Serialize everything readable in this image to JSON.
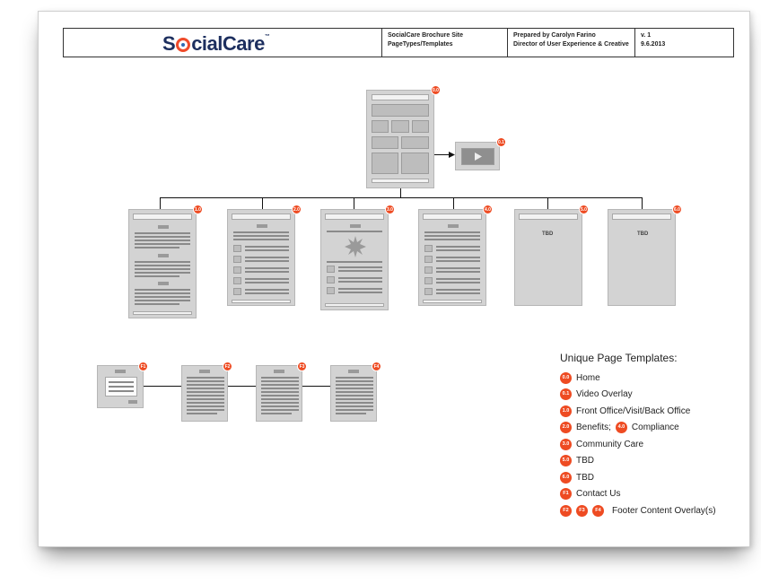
{
  "header": {
    "logo_text": "SocialCare",
    "site_name": "SocialCare Brochure Site",
    "doc_type": "PageTypes/Templates",
    "prepared_by": "Prepared by Carolyn Farino",
    "role": "Director of User Experience & Creative",
    "version": "v. 1",
    "date": "9.6.2013"
  },
  "nodes": {
    "home": "0.0",
    "video": "0.1",
    "n1": "1.0",
    "n2": "2.0",
    "n3": "3.0",
    "n4": "4.0",
    "n5": "5.0",
    "n6": "6.0",
    "f1": "F1",
    "f2": "F2",
    "f3": "F3",
    "f4": "F4"
  },
  "tbd_label": "TBD",
  "legend": {
    "title": "Unique Page Templates:",
    "items": [
      {
        "badges": [
          "0.0"
        ],
        "label": "Home"
      },
      {
        "badges": [
          "0.1"
        ],
        "label": "Video Overlay"
      },
      {
        "badges": [
          "1.0"
        ],
        "label": "Front Office/Visit/Back Office"
      },
      {
        "badges": [
          "2.0"
        ],
        "label": "Benefits;",
        "badges2": [
          "4.0"
        ],
        "label2": "Compliance"
      },
      {
        "badges": [
          "3.0"
        ],
        "label": "Community Care"
      },
      {
        "badges": [
          "5.0"
        ],
        "label": "TBD"
      },
      {
        "badges": [
          "6.0"
        ],
        "label": "TBD"
      },
      {
        "badges": [
          "F1"
        ],
        "label": "Contact Us"
      },
      {
        "badges": [
          "F2",
          "F3",
          "F4"
        ],
        "label": "Footer Content Overlay(s)"
      }
    ]
  }
}
